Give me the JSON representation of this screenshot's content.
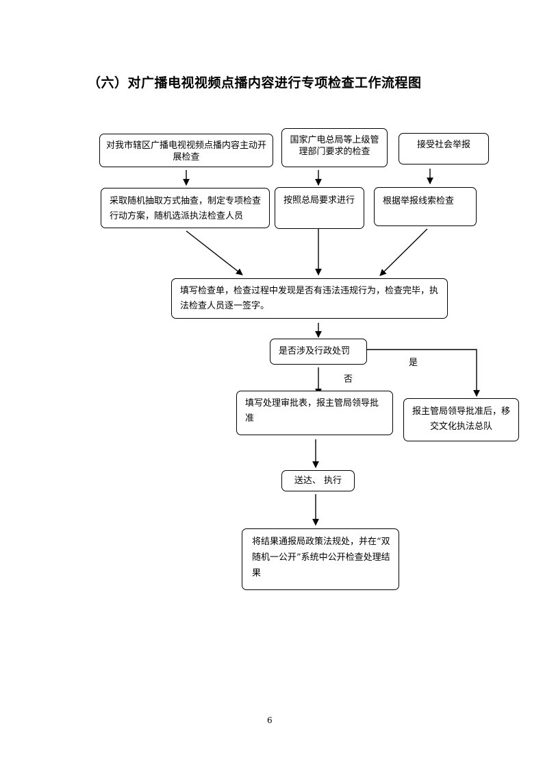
{
  "title": "（六）对广播电视视频点播内容进行专项检查工作流程图",
  "boxes": {
    "b1": "对我市辖区广播电视视频点播内容主动开展检查",
    "b2": "国家广电总局等上级管理部门要求的检查",
    "b3": "接受社会举报",
    "b4": "采取随机抽取方式抽查，制定专项检查行动方案，随机选派执法检查人员",
    "b5": "按照总局要求进行",
    "b6": "根据举报线索检查",
    "b7": "填写检查单，检查过程中发现是否有违法违规行为，检查完毕，执法检查人员逐一签字。",
    "b8": "是否涉及行政处罚",
    "b9": "填写处理审批表，报主管局领导批准",
    "b10": "报主管局领导批准后，移交文化执法总队",
    "b11": "送达、 执行",
    "b12": "将结果通报局政策法规处，并在“双随机一公开”系统中公开检查处理结果"
  },
  "labels": {
    "yes": "是",
    "no": "否"
  },
  "page_number": "6"
}
